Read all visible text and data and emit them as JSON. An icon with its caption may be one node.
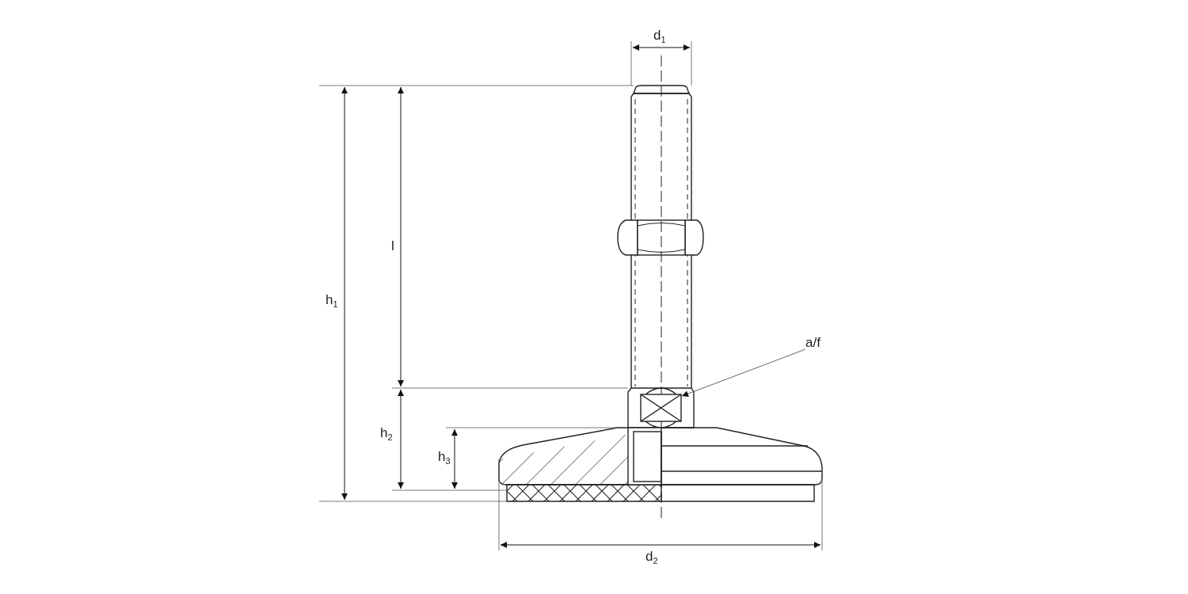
{
  "diagram": {
    "nodes": [
      {
        "text": [
          "a/f"
        ]
      },
      {
        "text": [],
        "shape": "box"
      }
    ],
    "edges": [
      {
        "from": 0,
        "to": 1,
        "arrow": "to"
      }
    ],
    "labels": [
      "d$_{1}$",
      "l",
      "h$_{1}$",
      "h$_{2}$",
      "h$_{3}$",
      "d$_{2}$"
    ]
  }
}
